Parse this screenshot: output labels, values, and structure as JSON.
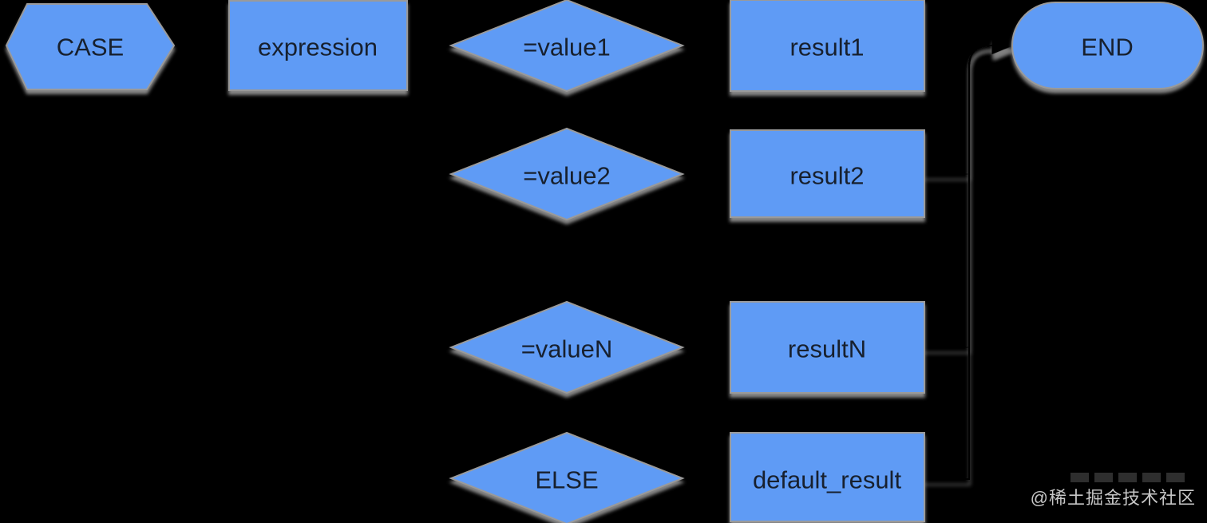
{
  "colors": {
    "background": "#000000",
    "node_fill": "#5f9bf5",
    "node_stroke": "#9a9a9a",
    "node_text": "#17202e",
    "edge": "#000000",
    "shadow": "#8f8f8f",
    "watermark_text": "#c6c6c6",
    "watermark_block": "#2e2e2e"
  },
  "diagram": {
    "type": "flowchart",
    "direction": "left-to-right"
  },
  "nodes": {
    "case": {
      "label": "CASE",
      "shape": "hexagon"
    },
    "expression": {
      "label": "expression",
      "shape": "rect"
    },
    "value1": {
      "label": "=value1",
      "shape": "diamond"
    },
    "result1": {
      "label": "result1",
      "shape": "rect"
    },
    "end": {
      "label": "END",
      "shape": "stadium"
    },
    "value2": {
      "label": "=value2",
      "shape": "diamond"
    },
    "result2": {
      "label": "result2",
      "shape": "rect"
    },
    "valueN": {
      "label": "=valueN",
      "shape": "diamond"
    },
    "resultN": {
      "label": "resultN",
      "shape": "rect"
    },
    "else": {
      "label": "ELSE",
      "shape": "diamond"
    },
    "default_result": {
      "label": "default_result",
      "shape": "rect"
    }
  },
  "edges": [
    {
      "from": "case",
      "to": "expression"
    },
    {
      "from": "expression",
      "to": "value1"
    },
    {
      "from": "value1",
      "to": "result1"
    },
    {
      "from": "result1",
      "to": "end"
    },
    {
      "from": "value1",
      "to": "value2"
    },
    {
      "from": "value2",
      "to": "result2"
    },
    {
      "from": "value2",
      "to": "valueN"
    },
    {
      "from": "valueN",
      "to": "resultN"
    },
    {
      "from": "valueN",
      "to": "else"
    },
    {
      "from": "else",
      "to": "default_result"
    },
    {
      "from": "result2",
      "to": "end"
    },
    {
      "from": "resultN",
      "to": "end"
    },
    {
      "from": "default_result",
      "to": "end"
    }
  ],
  "watermark": {
    "text": "@稀土掘金技术社区"
  }
}
